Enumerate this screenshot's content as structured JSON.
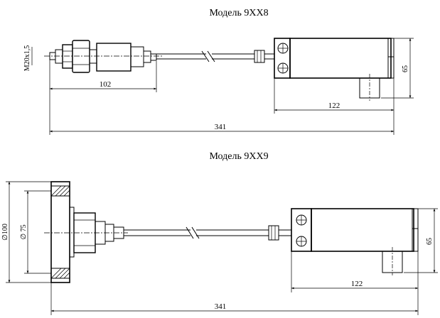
{
  "drawings": [
    {
      "title": "Модель 9ХХ8",
      "dims": {
        "thread": "M20x1,5",
        "probe_length": "102",
        "body_length": "122",
        "height": "65",
        "total_length": "341"
      }
    },
    {
      "title": "Модель 9ХХ9",
      "dims": {
        "flange_outer": "∅100",
        "flange_bolt": "∅ 75",
        "body_length": "122",
        "height": "65",
        "total_length": "341"
      }
    }
  ]
}
